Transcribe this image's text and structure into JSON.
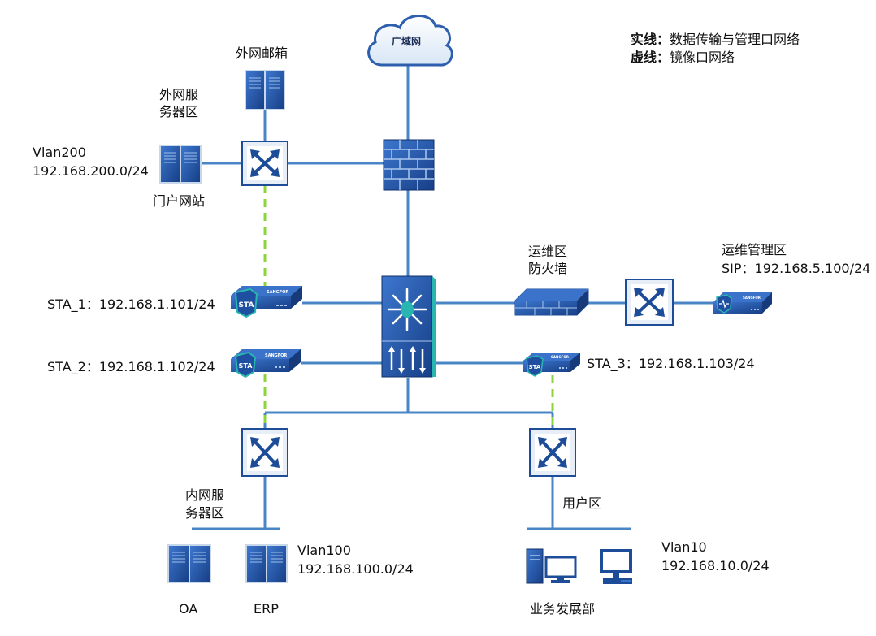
{
  "legend": {
    "solid_key": "实线：",
    "solid_desc": "数据传输与管理口网络",
    "dashed_key": "虚线：",
    "dashed_desc": "镜像口网络"
  },
  "cloud_label": "广域网",
  "labels": {
    "ext_mail": "外网邮箱",
    "ext_server_zone_l1": "外网服",
    "ext_server_zone_l2": "务器区",
    "portal": "门户网站",
    "vlan200": "Vlan200",
    "vlan200_net": "192.168.200.0/24",
    "ops_fw_l1": "运维区",
    "ops_fw_l2": "防火墙",
    "ops_mgmt_zone": "运维管理区",
    "sip": "SIP：192.168.5.100/24",
    "sta1": "STA_1：192.168.1.101/24",
    "sta2": "STA_2：192.168.1.102/24",
    "sta3": "STA_3：192.168.1.103/24",
    "int_server_zone_l1": "内网服",
    "int_server_zone_l2": "务器区",
    "user_zone": "用户区",
    "vlan100": "Vlan100",
    "vlan100_net": "192.168.100.0/24",
    "oa": "OA",
    "erp": "ERP",
    "vlan10": "Vlan10",
    "vlan10_net": "192.168.10.0/24",
    "dept": "业务发展部"
  },
  "device_badges": {
    "sta": "STA",
    "vendor": "SANGFOR"
  },
  "colors": {
    "device_blue": "#1f4fa0",
    "device_dark": "#163a7a",
    "device_light": "#3a73c9",
    "teal": "#29b6b0",
    "solid_line": "#4a86c6",
    "dashed_line": "#8cd33d"
  }
}
